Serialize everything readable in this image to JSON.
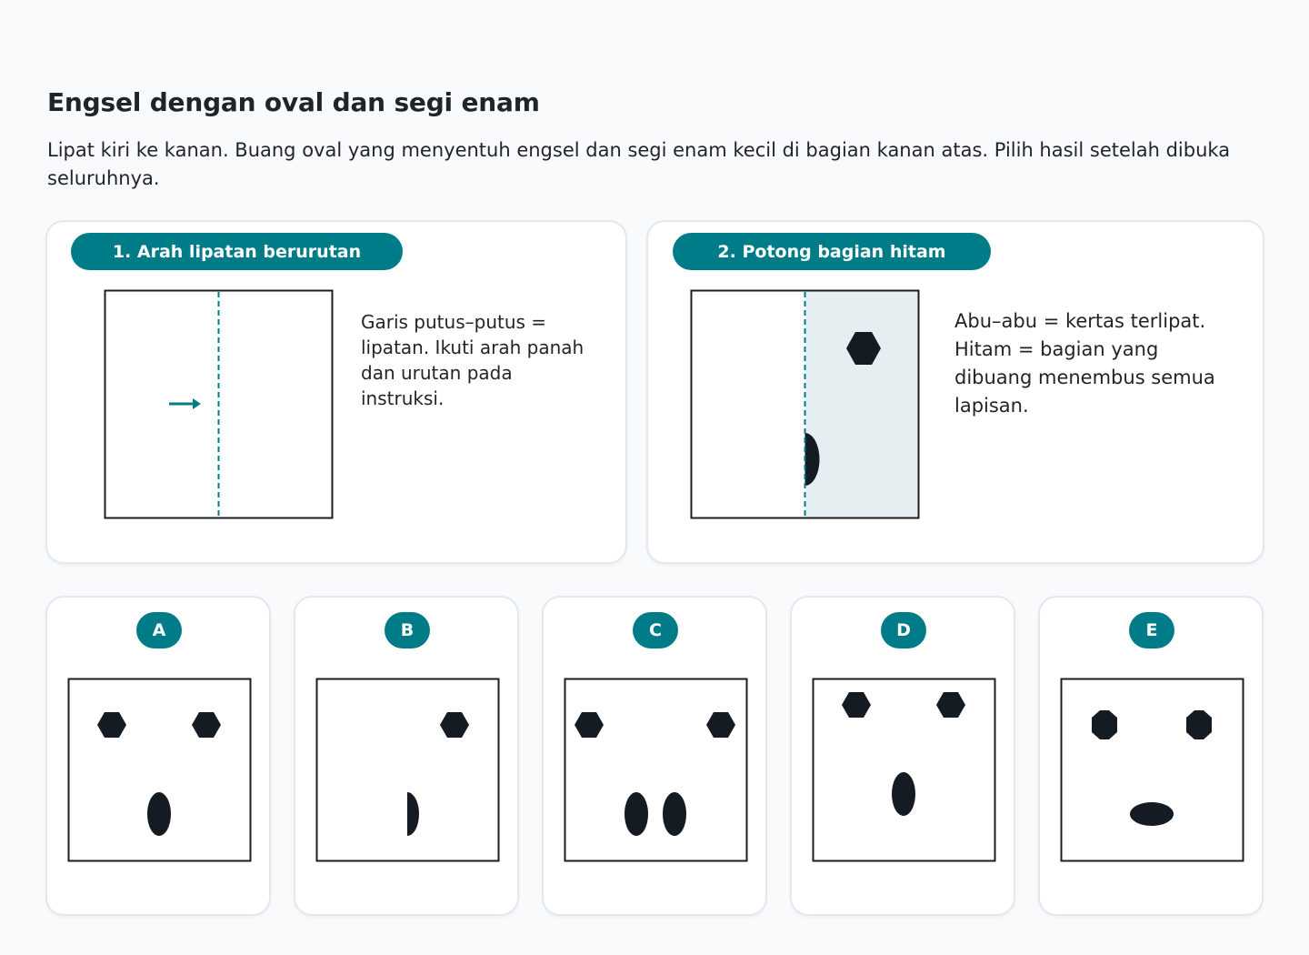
{
  "question": {
    "title": "Engsel dengan oval dan segi enam",
    "instruction": "Lipat kiri ke kanan. Buang oval yang menyentuh engsel dan segi enam kecil di bagian kanan atas. Pilih hasil setelah dibuka seluruhnya."
  },
  "panels": [
    {
      "label": "1. Arah lipatan berurutan",
      "note": "Garis putus–putus = lipatan. Ikuti arah panah dan urutan pada instruksi."
    },
    {
      "label": "2. Potong bagian hitam",
      "note": "Abu–abu = kertas terlipat. Hitam = bagian yang dibuang menembus semua lapisan."
    }
  ],
  "options": [
    {
      "label": "A",
      "icon": "option-a-figure"
    },
    {
      "label": "B",
      "icon": "option-b-figure"
    },
    {
      "label": "C",
      "icon": "option-c-figure"
    },
    {
      "label": "D",
      "icon": "option-d-figure"
    },
    {
      "label": "E",
      "icon": "option-e-figure"
    }
  ],
  "colors": {
    "accent": "#007c89",
    "cutout": "#141b22",
    "folded_paper": "#e5eef0",
    "card_border": "#e2e8ee",
    "background": "#f8fafc"
  }
}
